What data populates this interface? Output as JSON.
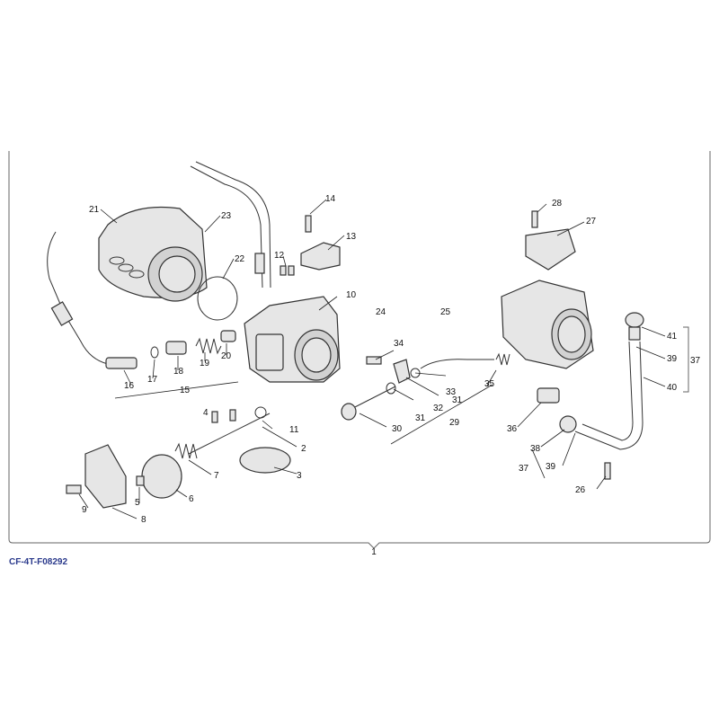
{
  "diagram": {
    "reference_code": "CF-4T-F08292",
    "callouts": [
      "1",
      "2",
      "3",
      "4",
      "5",
      "6",
      "7",
      "8",
      "9",
      "10",
      "11",
      "12",
      "13",
      "14",
      "15",
      "16",
      "17",
      "18",
      "19",
      "20",
      "21",
      "22",
      "23",
      "24",
      "25",
      "26",
      "27",
      "28",
      "29",
      "30",
      "31",
      "31",
      "32",
      "33",
      "34",
      "35",
      "36",
      "37",
      "37",
      "38",
      "39",
      "39",
      "40",
      "41"
    ]
  }
}
